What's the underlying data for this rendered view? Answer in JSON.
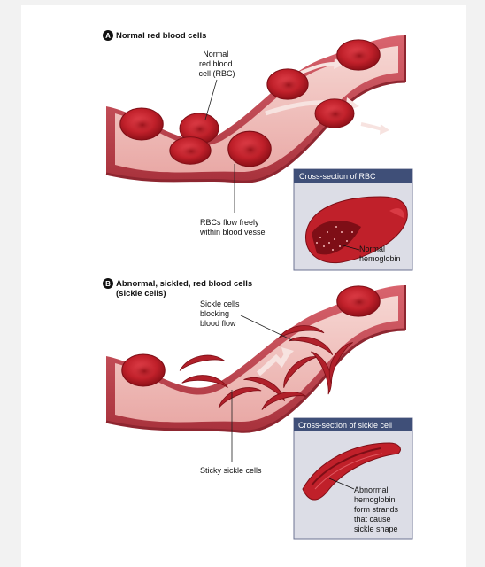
{
  "section_a": {
    "marker": "A",
    "title": "Normal red blood cells",
    "label_normal_rbc": [
      "Normal",
      "red blood",
      "cell (RBC)"
    ],
    "label_flow": [
      "RBCs flow freely",
      "within blood vessel"
    ],
    "inset_title": "Cross-section of RBC",
    "inset_label": [
      "Normal",
      "hemoglobin"
    ]
  },
  "section_b": {
    "marker": "B",
    "title": [
      "Abnormal, sickled, red blood cells",
      "(sickle cells)"
    ],
    "label_blocking": [
      "Sickle cells",
      "blocking",
      "blood flow"
    ],
    "label_sticky": "Sticky sickle cells",
    "inset_title": "Cross-section of sickle cell",
    "inset_label": [
      "Abnormal",
      "hemoglobin",
      "form strands",
      "that cause",
      "sickle shape"
    ]
  },
  "colors": {
    "vessel_outer": "#c8505a",
    "vessel_inner": "#f1c4c0",
    "rbc": "#c0202a",
    "rbc_dark": "#8e1018",
    "inset_bg": "#dcdde6",
    "inset_header": "#3f4f78"
  }
}
